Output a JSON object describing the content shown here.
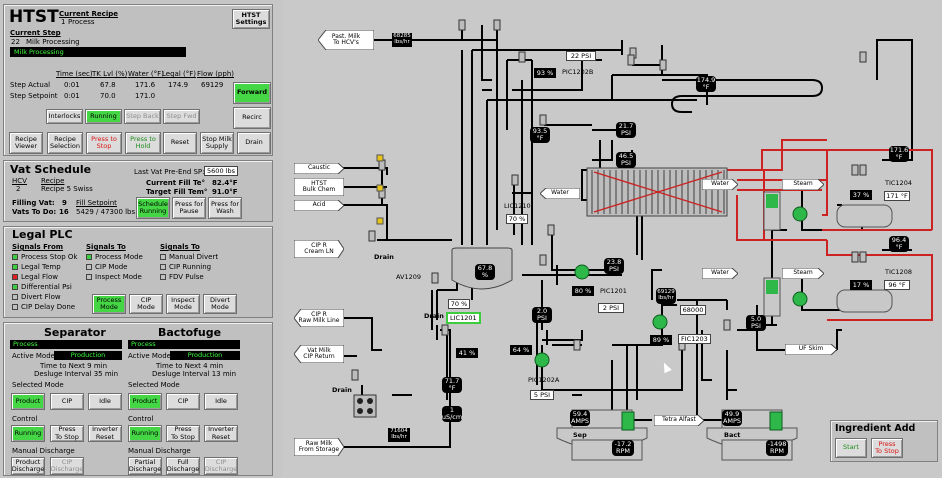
{
  "htst": {
    "title": "HTST",
    "current_recipe_label": "Current Recipe",
    "recipe_no": "1",
    "recipe_name": "Process",
    "settings_btn": "HTST\nSettings",
    "current_step_label": "Current Step",
    "step_no": "22",
    "step_name": "Milk Processing",
    "status_bar": "Milk Processing",
    "cols": [
      "Time (sec)",
      "TK Lvl (%)",
      "Water (°F)",
      "Legal (°F)",
      "Flow (pph)"
    ],
    "rows": [
      {
        "label": "Step Actual",
        "vals": [
          "0:01",
          "67.8",
          "171.6",
          "174.9",
          "69129"
        ]
      },
      {
        "label": "Step Setpoint",
        "vals": [
          "0:01",
          "70.0",
          "171.0",
          "",
          ""
        ]
      }
    ],
    "forward": "Forward",
    "recirc": "Recirc",
    "drain": "Drain",
    "interlocks": "Interlocks",
    "running": "Running",
    "step_back": "Step Back",
    "step_fwd": "Step Fwd",
    "recipe_viewer": "Recipe\nViewer",
    "recipe_selection": "Recipe\nSelection",
    "press_to_stop": "Press to\nStop",
    "press_to_hold": "Press to\nHold",
    "reset": "Reset",
    "stop_milk": "Stop Milk\nSupply"
  },
  "vat": {
    "title": "Vat Schedule",
    "last_vat_label": "Last Vat Pre-End SP:",
    "last_vat_value": "5600 lbs",
    "hcv_label": "HCV",
    "hcv": "2",
    "recipe_label": "Recipe",
    "recipe": "Recipe 5 Swiss",
    "fill_te_label": "Current Fill Te°",
    "fill_te": "82.4°F",
    "target_label": "Target Fill Tem°",
    "target": "91.0°F",
    "filling_label": "Filling Vat:",
    "filling": "9",
    "vats_label": "Vats To Do:",
    "vats": "16",
    "fill_sp_label": "Fill Setpoint",
    "fill_sp": "5429 / 47300 lbs",
    "schedule_running": "Schedule\nRunning",
    "press_pause": "Press for\nPause",
    "press_wash": "Press for\nWash"
  },
  "legal": {
    "title": "Legal PLC",
    "from_label": "Signals From",
    "to_label": "Signals To",
    "to2_label": "Signals To",
    "from": [
      {
        "label": "Process Stop Ok",
        "color": "#3dcc3d"
      },
      {
        "label": "Legal Temp",
        "color": "#3dcc3d"
      },
      {
        "label": "Legal Flow",
        "color": "#e02020"
      },
      {
        "label": "Differential Psi",
        "color": "#3dcc3d"
      },
      {
        "label": "Divert Flow",
        "color": "#c0c0c0"
      },
      {
        "label": "CIP Delay Done",
        "color": "#c0c0c0"
      }
    ],
    "to": [
      {
        "label": "Process Mode",
        "color": "#3dcc3d"
      },
      {
        "label": "CIP Mode",
        "color": "#c0c0c0"
      },
      {
        "label": "Inspect Mode",
        "color": "#c0c0c0"
      }
    ],
    "to2": [
      {
        "label": "Manual Divert",
        "color": "#c0c0c0"
      },
      {
        "label": "CIP Running",
        "color": "#c0c0c0"
      },
      {
        "label": "FDV Pulse",
        "color": "#c0c0c0"
      }
    ],
    "process_mode": "Process\nMode",
    "cip_mode": "CIP\nMode",
    "inspect_mode": "Inspect\nMode",
    "divert_mode": "Divert\nMode"
  },
  "sep": {
    "title": "Separator",
    "status": "Process",
    "active_label": "Active Mode:",
    "active": "Production",
    "time_next": "Time to Next 9 min",
    "desluge": "Desluge Interval 35 min",
    "sel_label": "Selected Mode",
    "product": "Product",
    "cip": "CIP",
    "idle": "Idle",
    "control_label": "Control",
    "running": "Running",
    "press_stop": "Press\nTo Stop",
    "inverter": "Inverter\nReset",
    "manual_label": "Manual Discharge",
    "product_discharge": "Product\nDischarge",
    "cip_discharge": "CIP\nDischarge"
  },
  "bact": {
    "title": "Bactofuge",
    "status": "Process",
    "active_label": "Active Mode:",
    "active": "Production",
    "time_next": "Time to Next 4 min",
    "desluge": "Desluge Interval 13 min",
    "sel_label": "Selected Mode",
    "product": "Product",
    "cip": "CIP",
    "idle": "Idle",
    "control_label": "Control",
    "running": "Running",
    "press_stop": "Press\nTo Stop",
    "inverter": "Inverter\nReset",
    "manual_label": "Manual Discharge",
    "partial": "Partial\nDischarge",
    "full": "Full\nDischarge",
    "cip_discharge": "CIP\nDischarge"
  },
  "ingredient": {
    "title": "Ingredient Add",
    "start": "Start",
    "press_stop": "Press\nTo Stop"
  },
  "process": {
    "flags": {
      "past_milk": "Past. Milk\nTo HCV's",
      "caustic": "Caustic",
      "htst_bulk": "HTST\nBulk Chem",
      "acid": "Acid",
      "cip_cream": "CIP R\nCream LN",
      "cip_raw": "CIP R\nRaw Milk Line",
      "vat_milk": "Vat Milk\nCIP Return",
      "raw_milk": "Raw Milk\nFrom Storage",
      "water1": "Water",
      "water2": "Water",
      "steam1": "Steam",
      "water3": "Water",
      "steam2": "Steam",
      "uf_skim": "UF Skim",
      "tetra": "Tetra Alfast"
    },
    "values": {
      "flow_top": "68285\nlbs/hr",
      "psi22": "22 PSI",
      "pct93": "93 %",
      "pic1202b": "PIC1202B",
      "t174": "174.9\n°F",
      "t935": "93.5\n°F",
      "psi217": "21.7\nPSI",
      "psi465": "46.5\nPSI",
      "lic1210": "LIC1210",
      "pct70a": "70 %",
      "tank": "67.8\n%",
      "drain1": "Drain",
      "av1209": "AV1209",
      "pct70b": "70 %",
      "lic1201": "LIC1201",
      "drain2": "Drain",
      "pct41": "41 %",
      "psi20": "2.0\nPSI",
      "pct64": "64 %",
      "t717": "71.7\n°F",
      "us1": "1\nuS/cm",
      "flow_bottom": "71604\nlbs/hr",
      "drain3": "Drain",
      "psi238": "23.8\nPSI",
      "pct80": "80 %",
      "pic1201": "PIC1201",
      "psi2": "2 PSI",
      "flow_mid": "69129\nlbs/hr",
      "v68000": "68000",
      "pct89": "89 %",
      "fic1203": "FIC1203",
      "psi50": "5.0\nPSI",
      "pic1202a": "PIC1202A",
      "psi5": "5 PSI",
      "sep_amps": "59.4\nAMPS",
      "sep_lbl": "Sep",
      "sep_rpm": "-17.2\nRPM",
      "bact_amps": "49.9\nAMPS",
      "bact_lbl": "Bact",
      "bact_rpm": "-1498\nRPM",
      "t1716": "171.6\n°F",
      "pct37": "37 %",
      "tic1204": "TIC1204",
      "t171": "171 °F",
      "t964": "96.4\n°F",
      "pct17": "17 %",
      "tic1208": "TIC1208",
      "t96": "96 °F"
    }
  },
  "colors": {
    "green": "#45d645",
    "red": "#d11",
    "pipe": "#000",
    "hot": "#cc2222"
  }
}
